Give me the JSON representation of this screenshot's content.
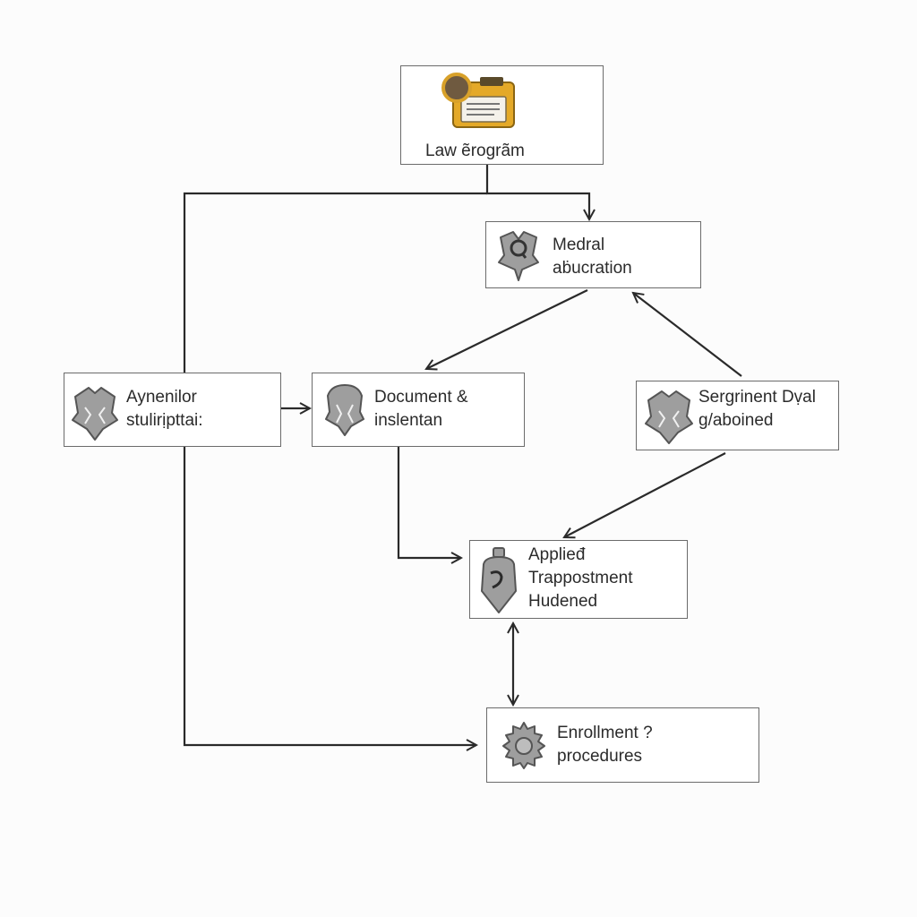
{
  "diagram": {
    "nodes": {
      "law_program": {
        "lines": [
          "Law ẽrogrãm"
        ],
        "icon": "folder-magnifier-icon"
      },
      "medral": {
        "lines": [
          "Medral",
          "aḃucration"
        ],
        "icon": "shield-icon"
      },
      "aynenilor": {
        "lines": [
          "Aynenilor",
          "stulirịpttai:"
        ],
        "icon": "shield-icon"
      },
      "document": {
        "lines": [
          "Document &",
          "inslentan"
        ],
        "icon": "shield-icon"
      },
      "sergrinent": {
        "lines": [
          "Sergrinent Dṿal",
          "g/aboined"
        ],
        "icon": "shield-icon"
      },
      "applied": {
        "lines": [
          "Applieđ",
          "Trappostment",
          "Hudened"
        ],
        "icon": "shield-icon"
      },
      "enrollment": {
        "lines": [
          "Enrollment ?",
          "procedures"
        ],
        "icon": "gear-icon"
      }
    },
    "colors": {
      "line": "#2a2a2a",
      "border": "#6b6b6b",
      "icon_fill": "#9e9e9e",
      "icon_stroke": "#555555",
      "folder": "#e4a928"
    }
  }
}
